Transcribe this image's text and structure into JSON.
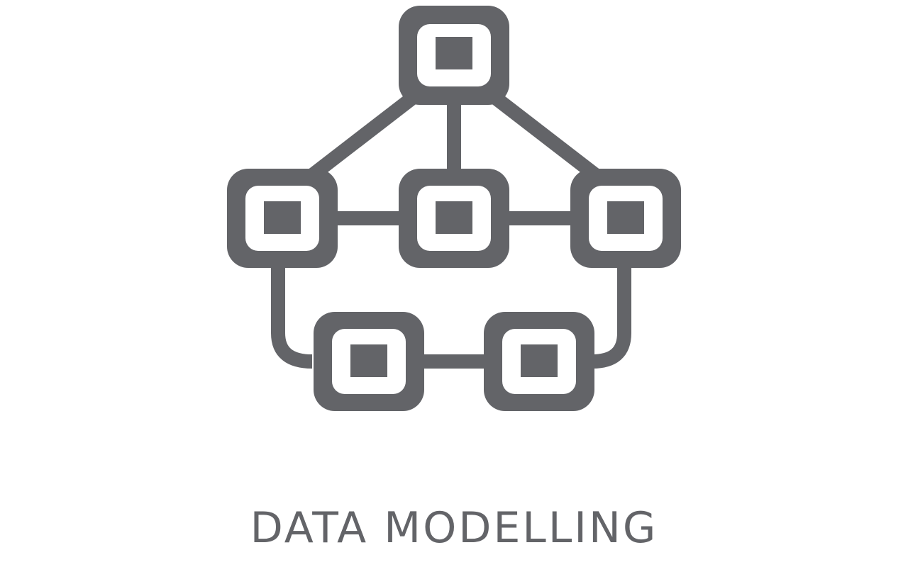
{
  "title": "DATA MODELLING",
  "icon": {
    "name": "data-modelling-icon",
    "color": "#636468",
    "nodes": [
      {
        "id": "root",
        "level": "top",
        "position": "center"
      },
      {
        "id": "left",
        "level": "middle",
        "position": "left"
      },
      {
        "id": "center",
        "level": "middle",
        "position": "center"
      },
      {
        "id": "right",
        "level": "middle",
        "position": "right"
      },
      {
        "id": "bottom-left",
        "level": "bottom",
        "position": "left"
      },
      {
        "id": "bottom-right",
        "level": "bottom",
        "position": "right"
      }
    ],
    "edges": [
      [
        "root",
        "left"
      ],
      [
        "root",
        "center"
      ],
      [
        "root",
        "right"
      ],
      [
        "left",
        "center"
      ],
      [
        "center",
        "right"
      ],
      [
        "left",
        "bottom-left"
      ],
      [
        "bottom-left",
        "bottom-right"
      ],
      [
        "bottom-right",
        "right"
      ]
    ]
  }
}
